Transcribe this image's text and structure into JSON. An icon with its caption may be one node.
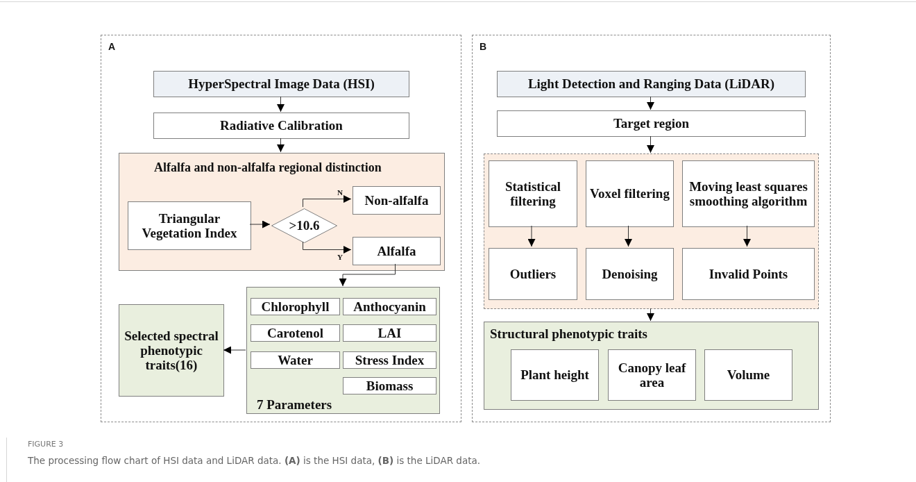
{
  "diagram": {
    "caption": "The processing flow chart of HSI data and LiDAR data. **(A)** is the HSI data, **(B)** is the LiDAR data.",
    "nodes": [
      {
        "text": [
          "A"
        ]
      },
      {
        "text": [
          "HyperSpectral Image Data (HSI)"
        ],
        "in": 0
      },
      {
        "text": [
          "Radiative Calibration"
        ],
        "in": 0
      },
      {
        "text": [
          "Alfalfa and non-alfalfa regional distinction"
        ],
        "in": 0
      },
      {
        "text": [
          "Triangular Vegetation Index"
        ],
        "in": 3
      },
      {
        "text": [
          ">10.6"
        ],
        "in": 3
      },
      {
        "text": [
          "Non-alfalfa"
        ],
        "in": 3
      },
      {
        "text": [
          "Alfalfa"
        ],
        "in": 3
      },
      {
        "text": [
          "Selected spectral phenotypic traits(16)"
        ],
        "in": 0
      },
      {
        "text": [
          "7 Parameters"
        ],
        "in": 0
      },
      {
        "text": [
          "Chlorophyll"
        ],
        "in": 9
      },
      {
        "text": [
          "Anthocyanin"
        ],
        "in": 9
      },
      {
        "text": [
          "Carotenol"
        ],
        "in": 9
      },
      {
        "text": [
          "LAI"
        ],
        "in": 9
      },
      {
        "text": [
          "Water"
        ],
        "in": 9
      },
      {
        "text": [
          "Stress Index"
        ],
        "in": 9
      },
      {
        "text": [
          "Biomass"
        ],
        "in": 9
      },
      {
        "text": [
          "B"
        ]
      },
      {
        "text": [
          "Light Detection and Ranging Data (LiDAR)"
        ],
        "in": 17
      },
      {
        "text": [
          "Target region"
        ],
        "in": 17
      },
      {
        "text": [],
        "shape": "box",
        "in": 17
      },
      {
        "text": [
          "Statistical filtering"
        ],
        "in": 20
      },
      {
        "text": [
          "Voxel filtering"
        ],
        "in": 20
      },
      {
        "text": [
          "Moving least squares smoothing algorithm"
        ],
        "in": 20
      },
      {
        "text": [
          "Outliers"
        ],
        "in": 20
      },
      {
        "text": [
          "Denoising"
        ],
        "in": 20
      },
      {
        "text": [
          "Invalid Points"
        ],
        "in": 20
      },
      {
        "text": [
          "Structural phenotypic traits"
        ],
        "in": 17
      },
      {
        "text": [
          "Plant height"
        ],
        "in": 27
      },
      {
        "text": [
          "Canopy leaf area"
        ],
        "in": 27
      },
      {
        "text": [
          "Volume"
        ],
        "in": 27
      }
    ],
    "edges": [
      {
        "from": 1,
        "to": 2,
        "arrow": "to"
      },
      {
        "from": 2,
        "to": 3,
        "arrow": "to"
      },
      {
        "from": 4,
        "to": 5,
        "arrow": "to"
      },
      {
        "from": 5,
        "to": 6,
        "label": "N",
        "arrow": "to"
      },
      {
        "from": 5,
        "to": 7,
        "label": "Y",
        "arrow": "to"
      },
      {
        "from": 7,
        "to": 9,
        "arrow": "to"
      },
      {
        "from": 9,
        "to": 8,
        "arrow": "to"
      },
      {
        "from": 18,
        "to": 19,
        "arrow": "to"
      },
      {
        "from": 19,
        "to": 20,
        "arrow": "to"
      },
      {
        "from": 21,
        "to": 24,
        "arrow": "to"
      },
      {
        "from": 22,
        "to": 25,
        "arrow": "to"
      },
      {
        "from": 23,
        "to": 26,
        "arrow": "to"
      },
      {
        "from": 20,
        "to": 27,
        "arrow": "to"
      }
    ],
    "labels": [
      "FIGURE 3"
    ]
  }
}
